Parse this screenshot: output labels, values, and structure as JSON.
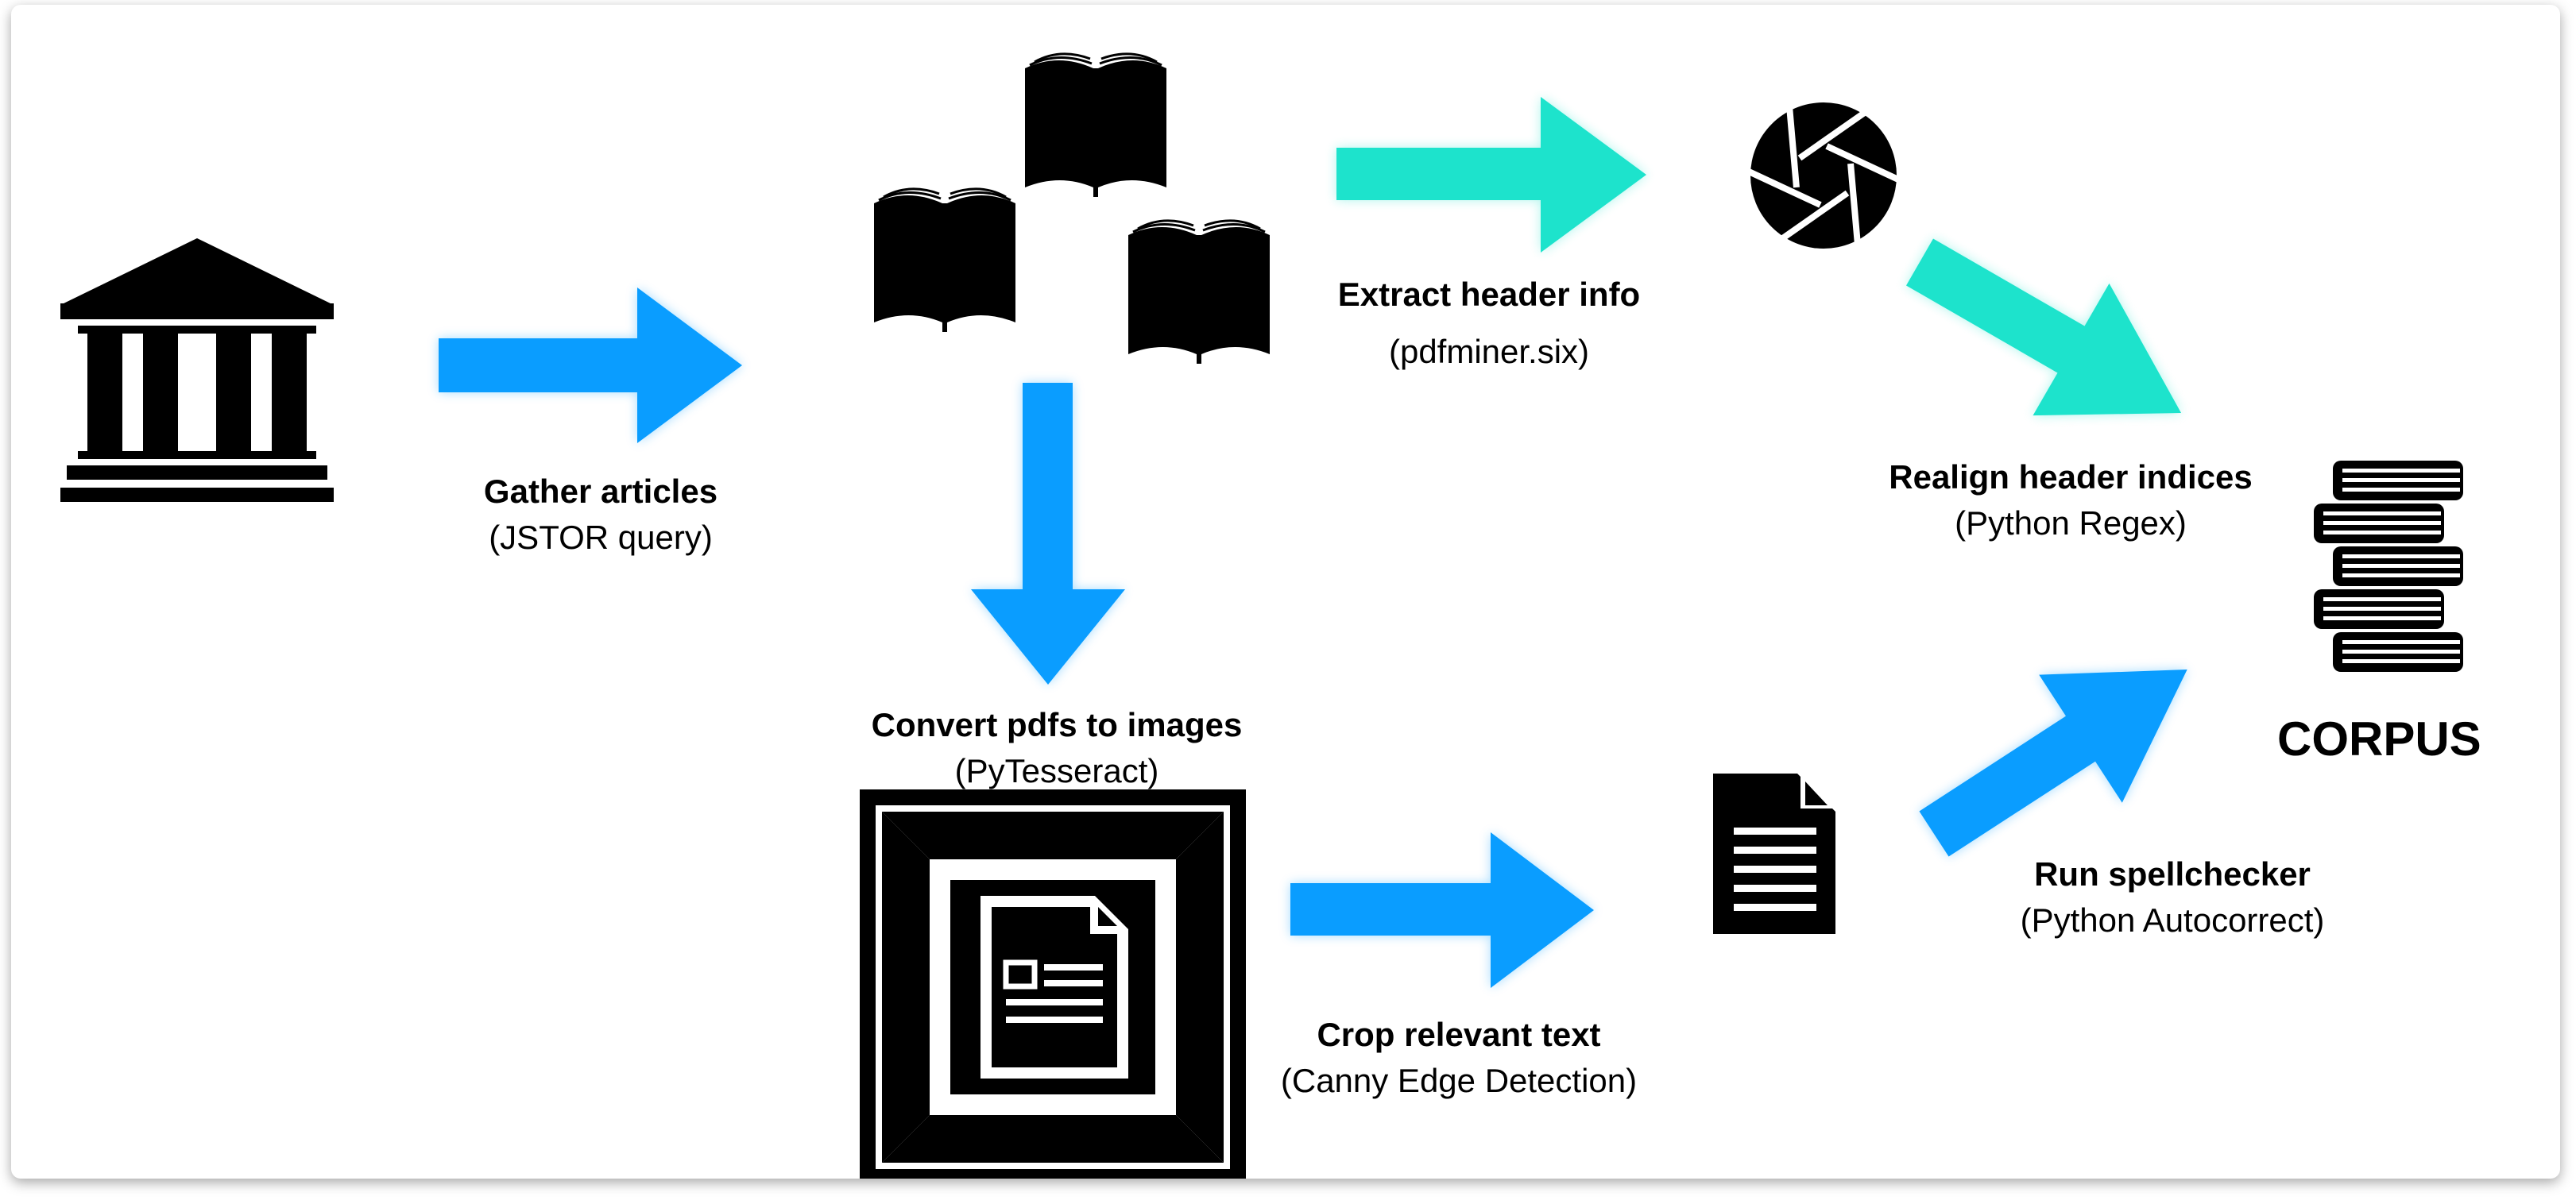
{
  "steps": {
    "gather": {
      "title": "Gather articles",
      "sub": "(JSTOR query)"
    },
    "extract": {
      "title": "Extract header info",
      "sub": "(pdfminer.six)"
    },
    "realign": {
      "title": "Realign header indices",
      "sub": "(Python Regex)"
    },
    "convert": {
      "title": "Convert pdfs to images",
      "sub": "(PyTesseract)"
    },
    "crop": {
      "title": "Crop relevant text",
      "sub": "(Canny Edge Detection)"
    },
    "spell": {
      "title": "Run spellchecker",
      "sub": "(Python Autocorrect)"
    }
  },
  "corpus_label": "CORPUS",
  "colors": {
    "blue_arrow": "#0a9dff",
    "teal_arrow": "#1de3cc",
    "icon": "#000000"
  },
  "icons": [
    "institution-icon",
    "books-icon",
    "aperture-icon",
    "scan-frame-icon",
    "document-icon",
    "book-stack-icon"
  ]
}
